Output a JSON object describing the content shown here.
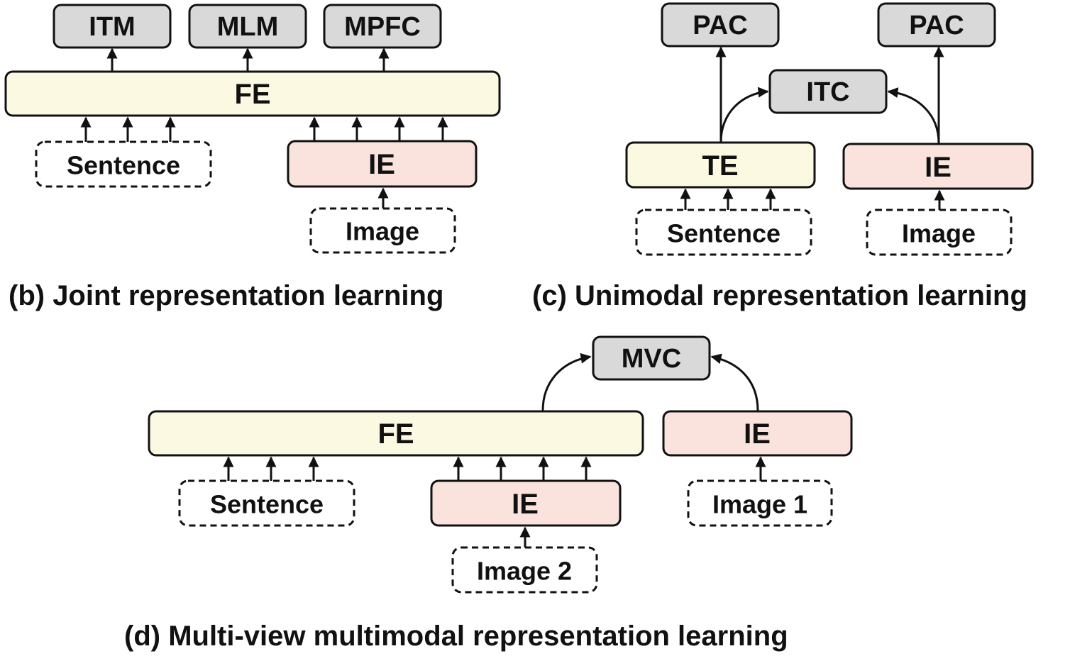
{
  "figure": {
    "panel_b": {
      "caption": "(b) Joint representation learning",
      "objectives": [
        "ITM",
        "MLM",
        "MPFC"
      ],
      "fusion_encoder": "FE",
      "image_encoder": "IE",
      "inputs": {
        "text": "Sentence",
        "image": "Image"
      }
    },
    "panel_c": {
      "caption": "(c) Unimodal representation learning",
      "objectives": {
        "text_pac": "PAC",
        "image_pac": "PAC",
        "contrastive": "ITC"
      },
      "text_encoder": "TE",
      "image_encoder": "IE",
      "inputs": {
        "text": "Sentence",
        "image": "Image"
      }
    },
    "panel_d": {
      "caption": "(d) Multi-view multimodal representation learning",
      "objective": "MVC",
      "fusion_encoder": "FE",
      "image_encoder_fused": "IE",
      "image_encoder_single": "IE",
      "inputs": {
        "text": "Sentence",
        "image_2": "Image 2",
        "image_1": "Image 1"
      }
    }
  }
}
